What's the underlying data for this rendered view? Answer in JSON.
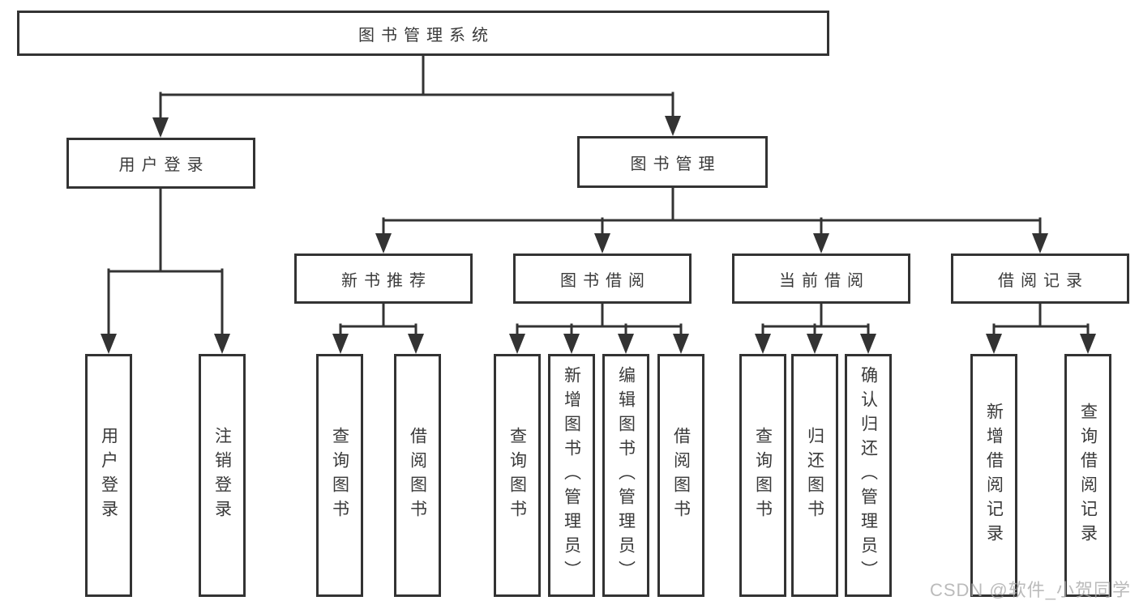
{
  "diagram": {
    "root": {
      "label": "图书管理系统"
    },
    "branches": [
      {
        "label": "用户登录",
        "children": [
          {
            "label": "用户登录"
          },
          {
            "label": "注销登录"
          }
        ]
      },
      {
        "label": "图书管理",
        "children": [
          {
            "label": "新书推荐",
            "children": [
              {
                "label": "查询图书"
              },
              {
                "label": "借阅图书"
              }
            ]
          },
          {
            "label": "图书借阅",
            "children": [
              {
                "label": "查询图书"
              },
              {
                "label": "新增图书（管理员）"
              },
              {
                "label": "编辑图书（管理员）"
              },
              {
                "label": "借阅图书"
              }
            ]
          },
          {
            "label": "当前借阅",
            "children": [
              {
                "label": "查询图书"
              },
              {
                "label": "归还图书"
              },
              {
                "label": "确认归还（管理员）"
              }
            ]
          },
          {
            "label": "借阅记录",
            "children": [
              {
                "label": "新增借阅记录"
              },
              {
                "label": "查询借阅记录"
              }
            ]
          }
        ]
      }
    ]
  },
  "watermark": {
    "text": "CSDN @软件_小贺同学"
  },
  "colors": {
    "line": "#333333",
    "box_border": "#333333",
    "box_fill": "#ffffff",
    "text": "#3a3a3a",
    "watermark": "#a8a8a8",
    "background": "#ffffff"
  }
}
